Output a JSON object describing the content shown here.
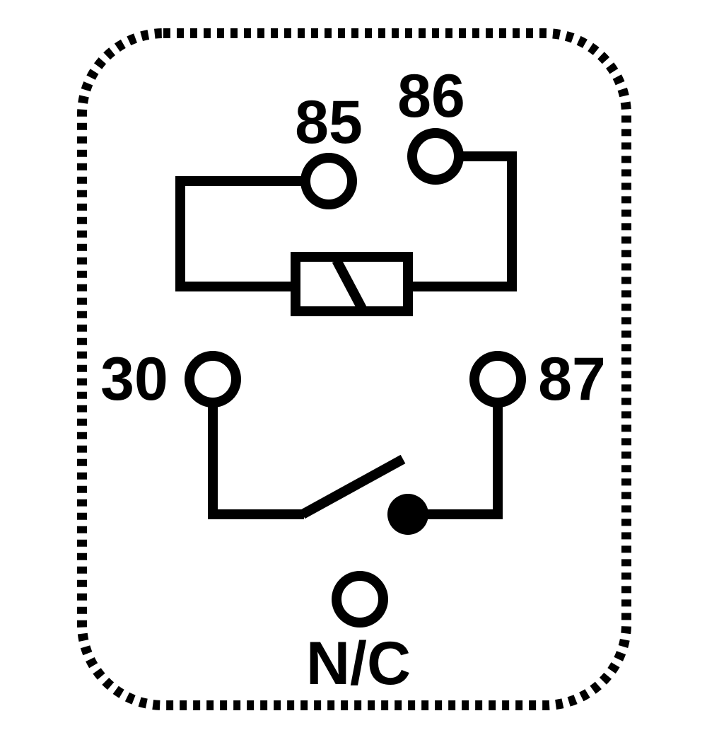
{
  "diagram": {
    "pins": {
      "pin85": "85",
      "pin86": "86",
      "pin30": "30",
      "pin87": "87",
      "pin_nc": "N/C"
    },
    "colors": {
      "stroke": "#000000",
      "background": "#ffffff"
    },
    "icons": {
      "coil": "relay-coil-icon",
      "switch": "open-switch-icon"
    }
  }
}
